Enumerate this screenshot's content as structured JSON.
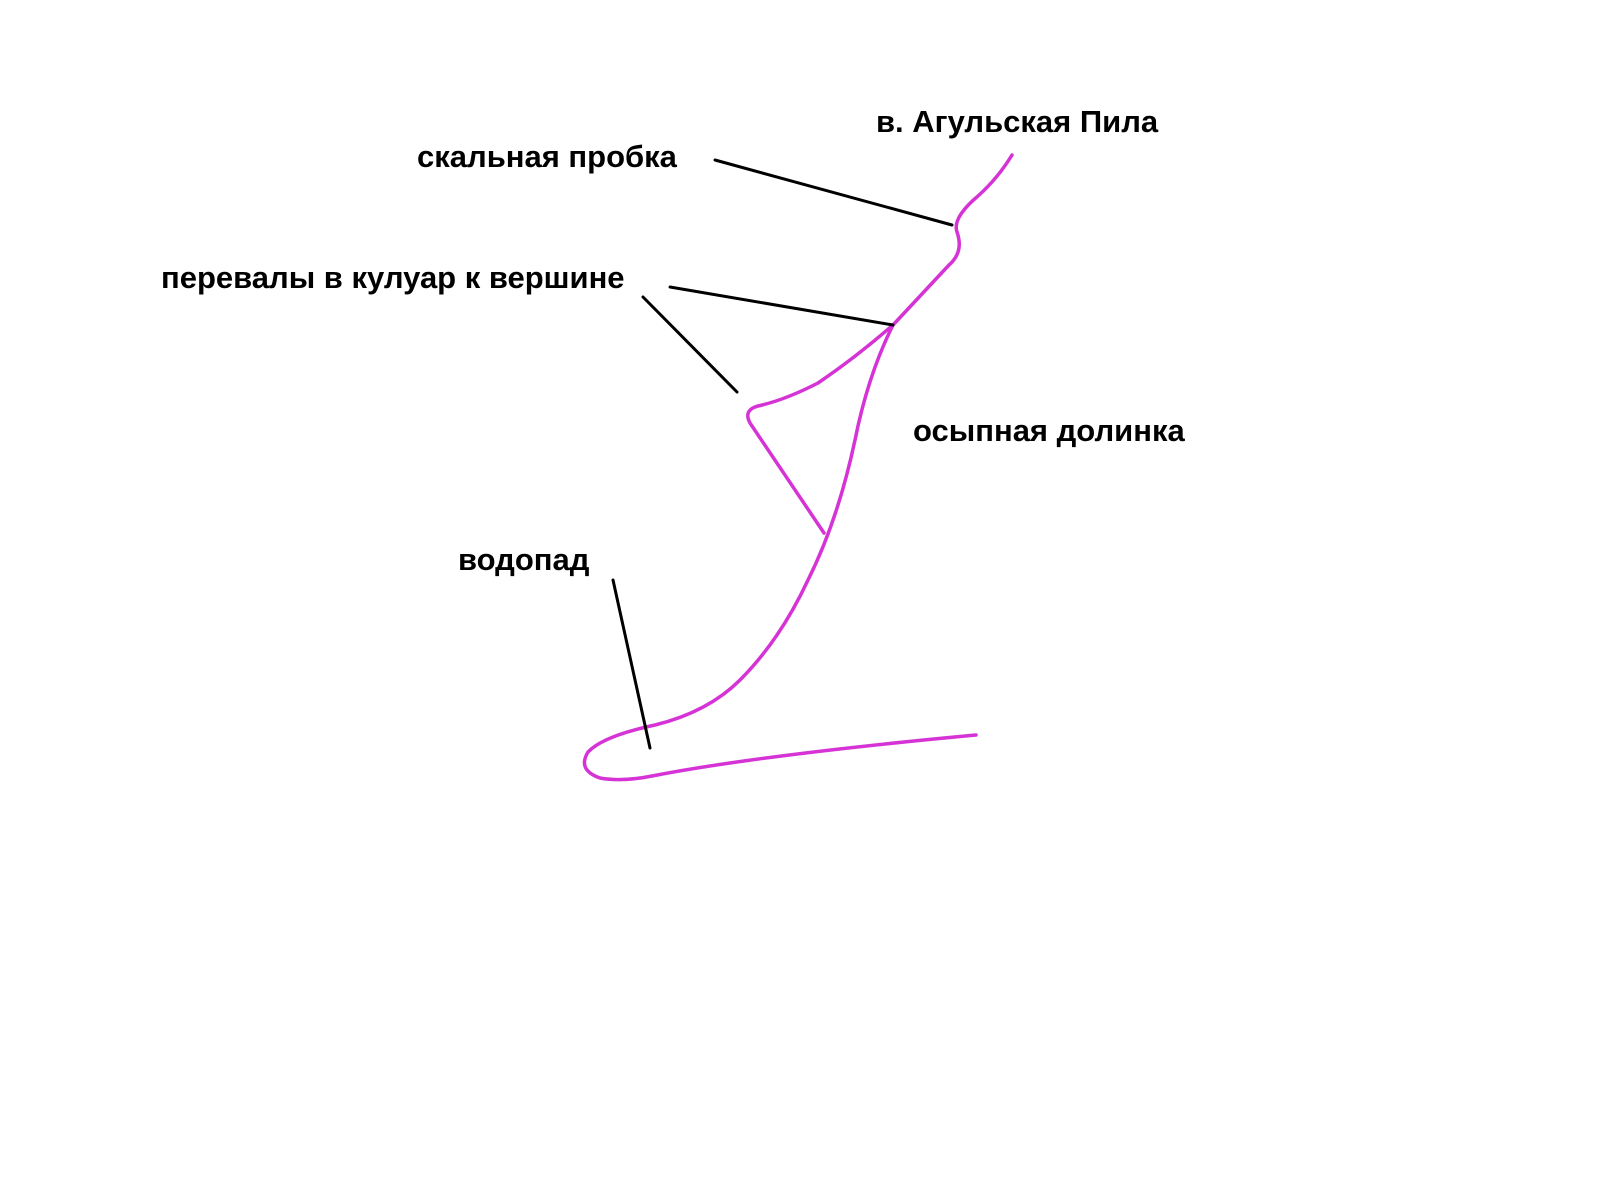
{
  "labels": {
    "summit": "в. Агульская Пила",
    "rock_plug": "скальная пробка",
    "passes": "перевалы в кулуар к вершине",
    "scree_valley": "осыпная долинка",
    "waterfall": "водопад"
  },
  "colors": {
    "route": "#d633d6",
    "leader": "#000000",
    "text": "#000000",
    "background": "#ffffff"
  }
}
